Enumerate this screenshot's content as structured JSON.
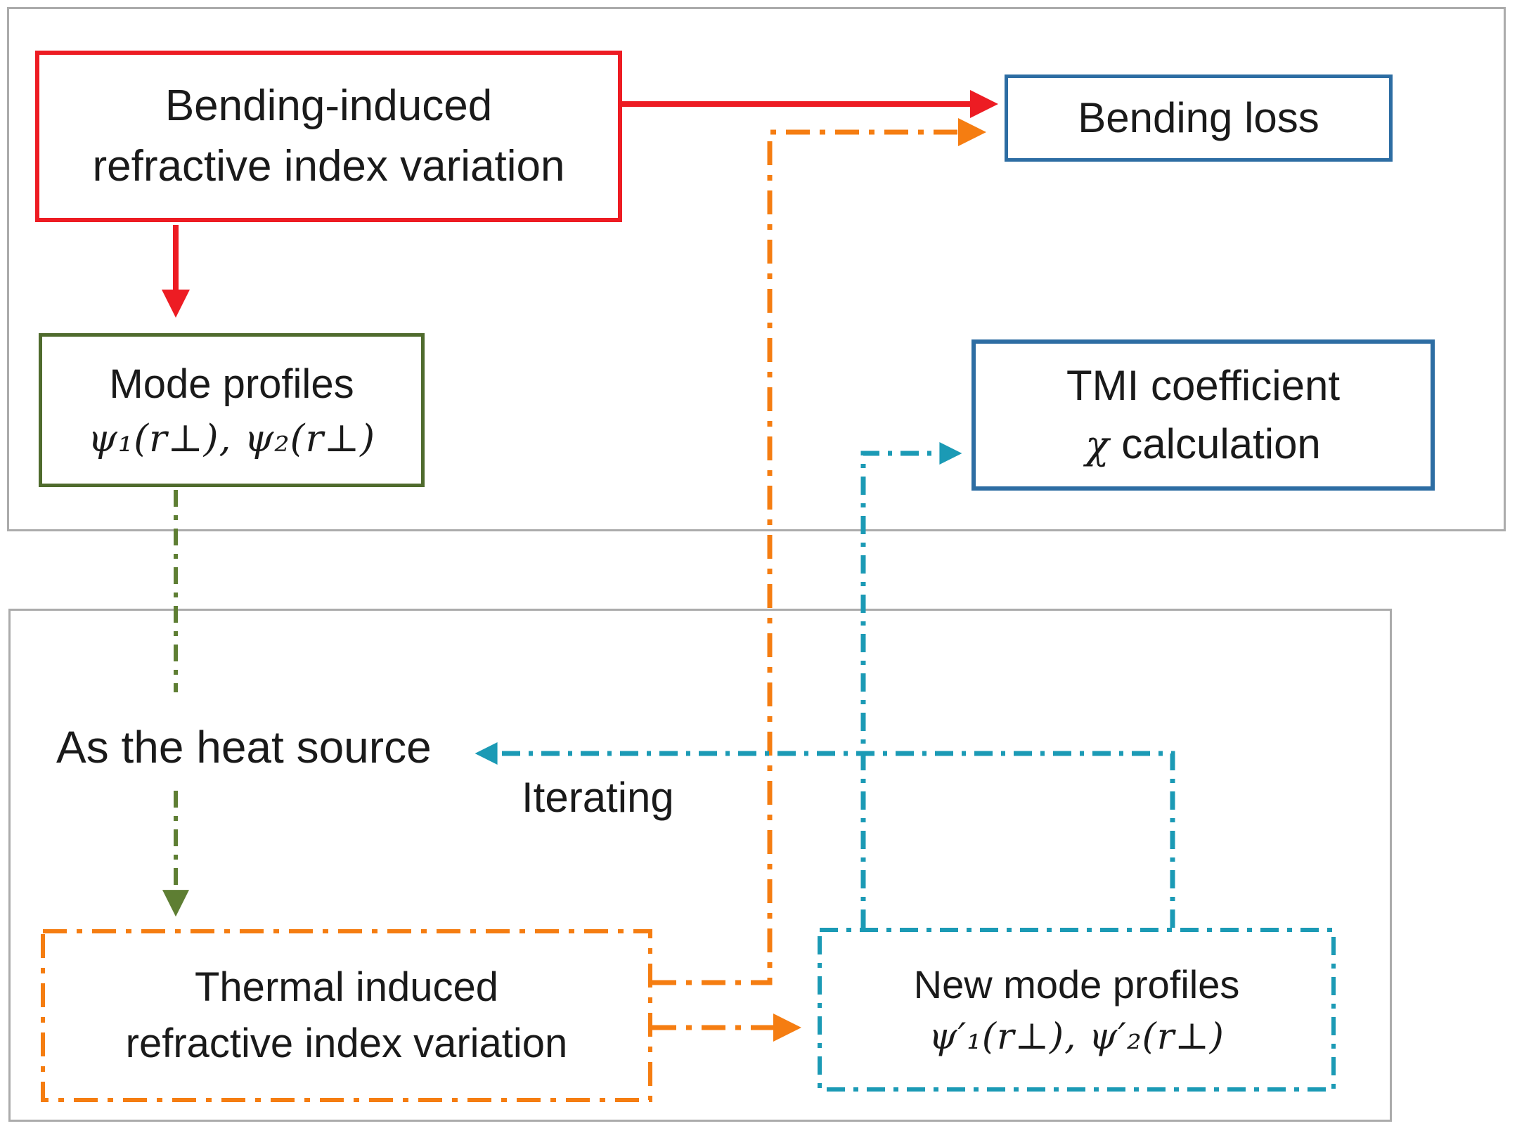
{
  "figure": {
    "upper_section": {
      "bending_box": {
        "line1": "Bending-induced",
        "line2": "refractive index variation"
      },
      "bending_loss_box": {
        "label": "Bending loss"
      },
      "mode_profiles_box": {
        "title": "Mode profiles",
        "formula": "ψ₁(r⊥), ψ₂(r⊥)"
      },
      "tmi_box": {
        "line1": "TMI coefficient",
        "chi": "χ",
        "line2_rest": " calculation"
      }
    },
    "lower_section": {
      "heat_source_label": "As the heat source",
      "iterating_label": "Iterating",
      "thermal_box": {
        "line1": "Thermal induced",
        "line2": "refractive index variation"
      },
      "new_mode_box": {
        "title": "New mode profiles",
        "formula": "ψ′₁(r⊥), ψ′₂(r⊥)"
      }
    },
    "connections": [
      {
        "from": "bending-induced-refractive-index-variation",
        "to": "bending-loss",
        "style": "solid",
        "color": "red"
      },
      {
        "from": "bending-induced-refractive-index-variation",
        "to": "mode-profiles",
        "style": "solid",
        "color": "red"
      },
      {
        "from": "mode-profiles",
        "to": "thermal-induced-variation",
        "style": "dash-dot",
        "color": "olive-green"
      },
      {
        "from": "thermal-induced-variation",
        "to": "bending-loss",
        "style": "dash-dot",
        "color": "orange"
      },
      {
        "from": "thermal-induced-variation",
        "to": "new-mode-profiles",
        "style": "dash-dot",
        "color": "orange"
      },
      {
        "from": "new-mode-profiles",
        "to": "tmi-coefficient-calculation",
        "style": "dash-dot",
        "color": "teal"
      },
      {
        "from": "new-mode-profiles",
        "to": "as-the-heat-source",
        "style": "dash-dot",
        "color": "teal",
        "label": "Iterating"
      }
    ],
    "colors": {
      "red": "#ed1c23",
      "blue": "#2d6da3",
      "olive": "#4f6b2d",
      "olive_line": "#5e7e33",
      "teal": "#1b9ab5",
      "orange": "#f57d11",
      "frame_gray": "#ababab"
    }
  }
}
